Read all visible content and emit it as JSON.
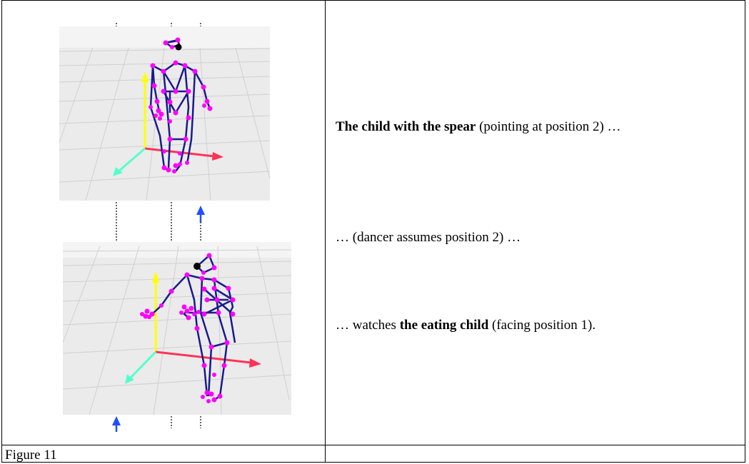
{
  "figure": {
    "caption": "Figure 11",
    "lines": [
      {
        "bold": "The child with the spear",
        "rest": " (pointing at position 2) …"
      },
      {
        "bold": "",
        "rest": "… (dancer assumes position 2) …"
      },
      {
        "pre": "… watches ",
        "bold": "the eating child",
        "rest": " (facing position 1)."
      }
    ]
  },
  "colors": {
    "skeleton_bone": "#1a1a8c",
    "skeleton_joint": "#ff00ff",
    "head_marker": "#000000",
    "axis_y": "#ffff00",
    "axis_x": "#ff3355",
    "axis_z": "#55ffcc",
    "position_arrow": "#1f4fff",
    "floor": "#ebebeb",
    "grid": "#d2d2d2"
  }
}
